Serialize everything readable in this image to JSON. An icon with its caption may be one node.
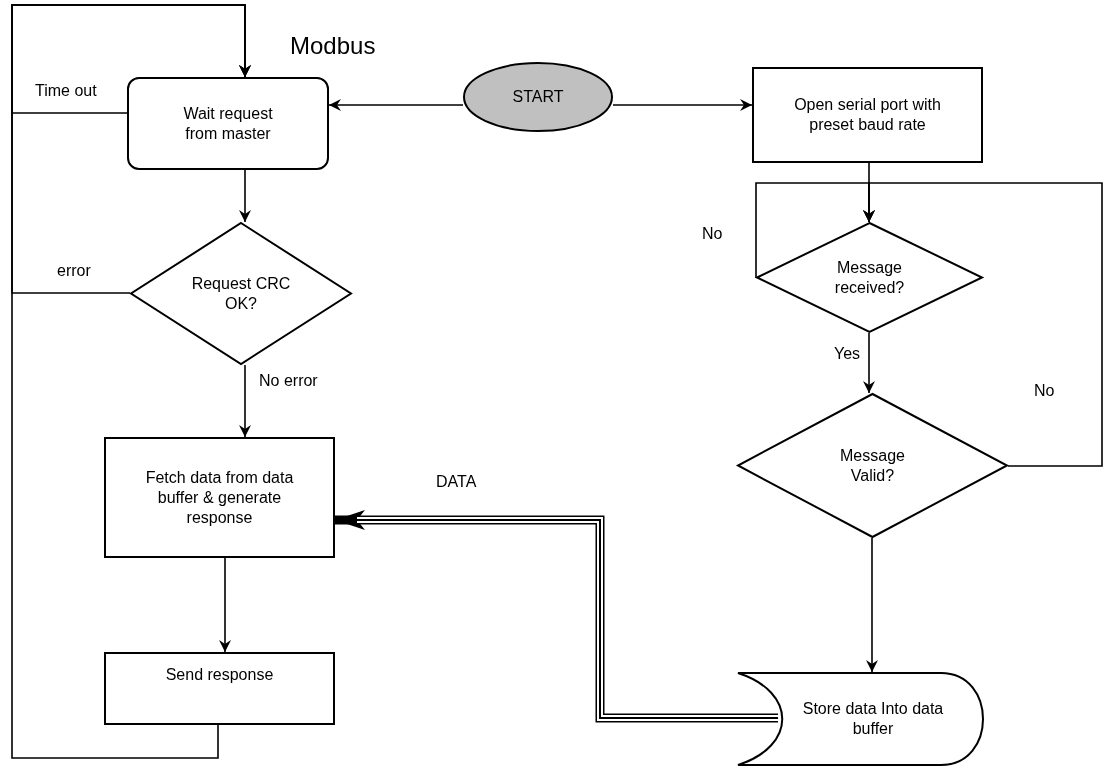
{
  "diagram": {
    "title": "Modbus",
    "nodes": [
      {
        "text": [
          "START"
        ]
      },
      {
        "text": [
          "Wait request from master"
        ]
      },
      {
        "text": [
          "Request CRC OK?"
        ]
      },
      {
        "text": [
          "Fetch data from data buffer & generate response"
        ]
      },
      {
        "text": [
          "Send response"
        ]
      },
      {
        "text": [
          "Open serial port with preset baud rate"
        ]
      },
      {
        "text": [
          "Message received?"
        ]
      },
      {
        "text": [
          "Message Valid?"
        ]
      },
      {
        "text": [
          "Store data Into data buffer"
        ]
      }
    ],
    "edges": [
      {
        "from": 0,
        "to": 1,
        "arrow": "to"
      },
      {
        "from": 0,
        "to": 5,
        "arrow": "to"
      },
      {
        "from": 1,
        "to": 2,
        "arrow": "to"
      },
      {
        "from": 2,
        "to": 3,
        "arrow": "to",
        "label": "No error"
      },
      {
        "from": 3,
        "to": 4,
        "arrow": "to"
      },
      {
        "from": 4,
        "to": 1,
        "arrow": "to"
      },
      {
        "from": 1,
        "to": 1,
        "arrow": "to",
        "label": "Time out"
      },
      {
        "from": 2,
        "to": 1,
        "arrow": "to",
        "label": "error"
      },
      {
        "from": 5,
        "to": 6,
        "arrow": "to"
      },
      {
        "from": 6,
        "to": 6,
        "arrow": "to",
        "label": "No"
      },
      {
        "from": 6,
        "to": 7,
        "arrow": "to",
        "label": "Yes"
      },
      {
        "from": 7,
        "to": 6,
        "arrow": "to",
        "label": "No"
      },
      {
        "from": 7,
        "to": 8,
        "arrow": "to"
      },
      {
        "from": 8,
        "to": 3,
        "arrow": "to",
        "label": "DATA",
        "style": "thick"
      }
    ]
  }
}
